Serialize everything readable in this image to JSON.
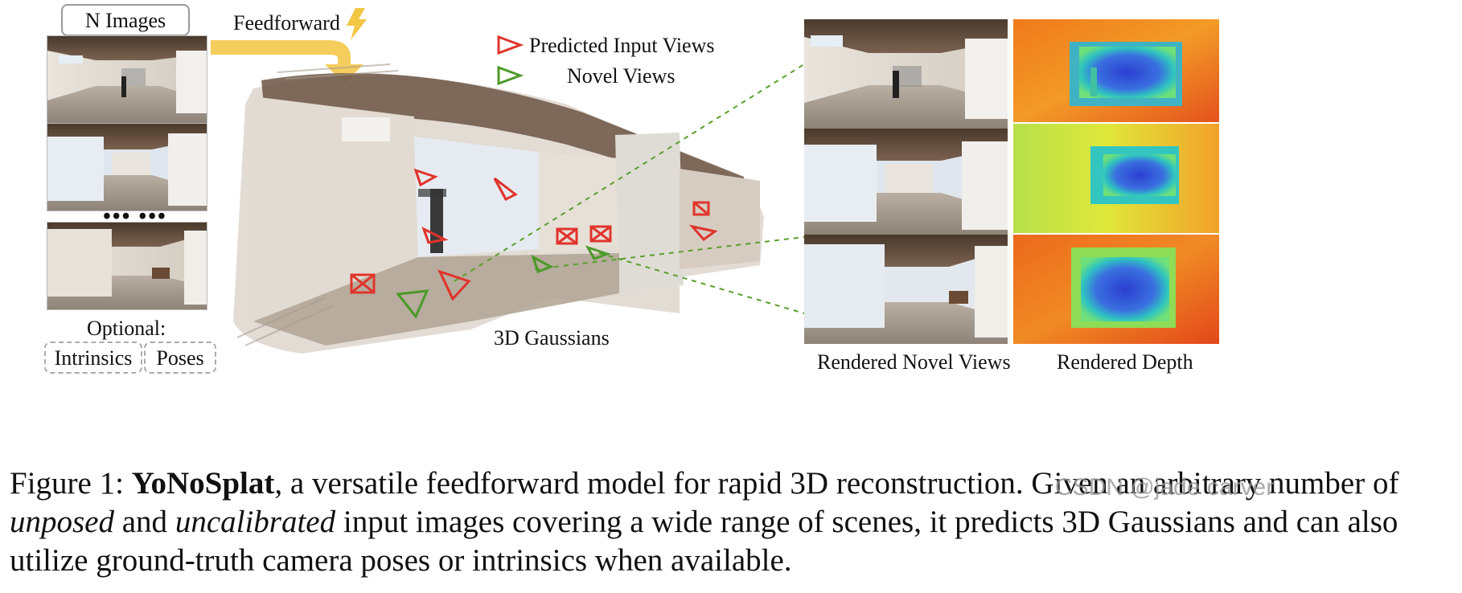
{
  "left": {
    "n_images_label": "N Images",
    "ellipsis": "••• •••",
    "optional_label": "Optional:",
    "intrinsics_label": "Intrinsics",
    "poses_label": "Poses"
  },
  "center": {
    "feedforward_label": "Feedforward",
    "legend_predicted": "Predicted Input Views",
    "legend_novel": "Novel Views",
    "gaussians_label": "3D Gaussians"
  },
  "right": {
    "novel_views_label": "Rendered Novel Views",
    "depth_label": "Rendered Depth"
  },
  "caption": {
    "figure_label": "Figure 1: ",
    "model_name": "YoNoSplat",
    "part1": ", a versatile feedforward model for rapid 3D reconstruction. Given an arbitrary number of ",
    "unposed": "unposed",
    "part2": " and ",
    "uncalibrated": "uncalibrated",
    "part3": " input images covering a wide range of scenes, it predicts 3D Gaussians and can also utilize ground-truth camera poses or intrinsics when available."
  },
  "watermark": "CSDN @jade carver",
  "colors": {
    "predicted_camera": "#e0342c",
    "novel_camera": "#4c9a2a",
    "arrow": "#f5cd5c",
    "lightning": "#f2c744",
    "dashed_lines": "#5aa02c"
  }
}
